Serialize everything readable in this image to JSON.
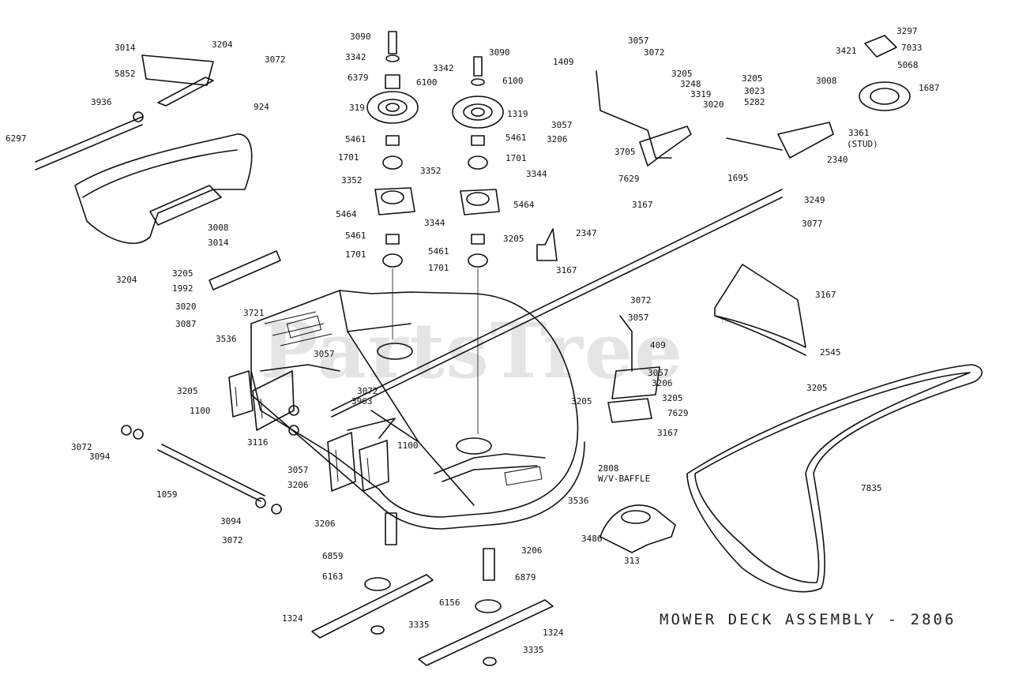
{
  "watermark": {
    "text": "PartsTree",
    "trademark": "TM"
  },
  "title": "MOWER DECK ASSEMBLY - 2806",
  "labels": [
    "3090",
    "3342",
    "6379",
    "6100",
    "319",
    "5461",
    "1701",
    "3352",
    "5464",
    "3344",
    "5461",
    "1701",
    "3090",
    "3342",
    "6100",
    "1319",
    "5461",
    "1701",
    "3352",
    "3344",
    "5464",
    "5461",
    "1701",
    "3014",
    "3204",
    "3072",
    "5852",
    "3936",
    "6297",
    "924",
    "3008",
    "3014",
    "3204",
    "3205",
    "1992",
    "3020",
    "3087",
    "3721",
    "3536",
    "3057",
    "3072",
    "3963",
    "3205",
    "1100",
    "3116",
    "3057",
    "3206",
    "1100",
    "3072",
    "3094",
    "1059",
    "3094",
    "3072",
    "3206",
    "6859",
    "6163",
    "1324",
    "3335",
    "3206",
    "6879",
    "6156",
    "1324",
    "3335",
    "3486",
    "313",
    "2808",
    "W/V-BAFFLE",
    "3536",
    "1409",
    "3057",
    "3072",
    "3205",
    "3248",
    "3319",
    "3020",
    "3057",
    "3206",
    "3705",
    "7629",
    "3167",
    "3205",
    "3023",
    "5282",
    "3008",
    "3421",
    "3297",
    "7033",
    "5068",
    "1687",
    "3361",
    "(STUD)",
    "2340",
    "1695",
    "3249",
    "3077",
    "3205",
    "2347",
    "3167",
    "3072",
    "3057",
    "409",
    "3057",
    "3206",
    "3205",
    "3205",
    "7629",
    "3167",
    "3167",
    "2545",
    "3205",
    "7835"
  ]
}
